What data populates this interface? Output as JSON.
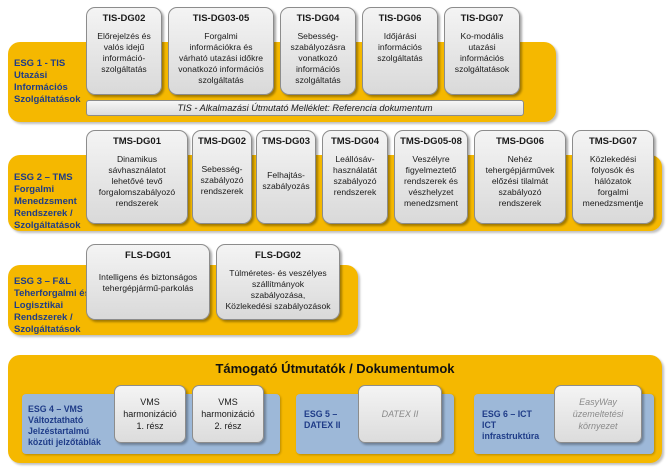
{
  "rows": [
    {
      "label": "ESG 1 - TIS\nUtazási\nInformációs\nSzolgáltatások",
      "cards": [
        {
          "title": "TIS-DG02",
          "text": "Előrejelzés és\nvalós idejű\ninformáció-\nszolgáltatás"
        },
        {
          "title": "TIS-DG03-05",
          "text": "Forgalmi\ninformációkra és\nvárható utazási időkre\nvonatkozó információs\nszolgáltatás"
        },
        {
          "title": "TIS-DG04",
          "text": "Sebesség-\nszabályozásra\nvonatkozó\ninformációs\nszolgáltatás"
        },
        {
          "title": "TIS-DG06",
          "text": "Időjárási\ninformációs\nszolgáltatás"
        },
        {
          "title": "TIS-DG07",
          "text": "Ko-modális\nutazási\ninformációs\nszolgáltatások"
        }
      ],
      "reference": "TIS - Alkalmazási Útmutató Melléklet: Referencia dokumentum"
    },
    {
      "label": "ESG 2 – TMS\nForgalmi\nMenedzsment\nRendszerek /\nSzolgáltatások",
      "cards": [
        {
          "title": "TMS-DG01",
          "text": "Dinamikus\nsávhasználatot\nlehetővé tevő\nforgalomszabályozó\nrendszerek"
        },
        {
          "title": "TMS-DG02",
          "text": "Sebesség-\nszabályozó\nrendszerek"
        },
        {
          "title": "TMS-DG03",
          "text": "Felhajtás-\nszabályozás"
        },
        {
          "title": "TMS-DG04",
          "text": "Leállósáv-\nhasználatát\nszabályozó\nrendszerek"
        },
        {
          "title": "TMS-DG05-08",
          "text": "Veszélyre\nfigyelmeztető\nrendszerek és\nvészhelyzet\nmenedzsment"
        },
        {
          "title": "TMS-DG06",
          "text": "Nehéz\ntehergépjárművek\nelőzési tilalmát\nszabályozó\nrendszerek"
        },
        {
          "title": "TMS-DG07",
          "text": "Közlekedési\nfolyosók és\nhálózatok\nforgalmi\nmenedzsmentje"
        }
      ]
    },
    {
      "label": "ESG 3 – F&L\nTeherforgalmi és\nLogisztikai\nRendszerek /\nSzolgáltatások",
      "cards": [
        {
          "title": "FLS-DG01",
          "text": "Intelligens és biztonságos\ntehergépjármű-parkolás"
        },
        {
          "title": "FLS-DG02",
          "text": "Túlméretes- és veszélyes\nszállítmányok\nszabályozása,\nKözlekedési szabályozások"
        }
      ]
    }
  ],
  "support": {
    "title": "Támogató Útmutatók / Dokumentumok",
    "groups": [
      {
        "label": "ESG 4 – VMS\nVáltoztatható\nJelzéstartalmú\nközúti jelzőtáblák",
        "cards": [
          "VMS\nharmonizáció\n1. rész",
          "VMS\nharmonizáció\n2. rész"
        ]
      },
      {
        "label": "ESG 5 –\nDATEX II",
        "cards": [
          "DATEX II"
        ]
      },
      {
        "label": "ESG 6 – ICT\nICT\ninfrastruktúra",
        "cards": [
          "EasyWay\nüzemeltetési\nkörnyezet"
        ]
      }
    ]
  },
  "colors": {
    "band": "#f5b800",
    "label": "#1f3c88",
    "subgroup": "#9db8d8"
  }
}
